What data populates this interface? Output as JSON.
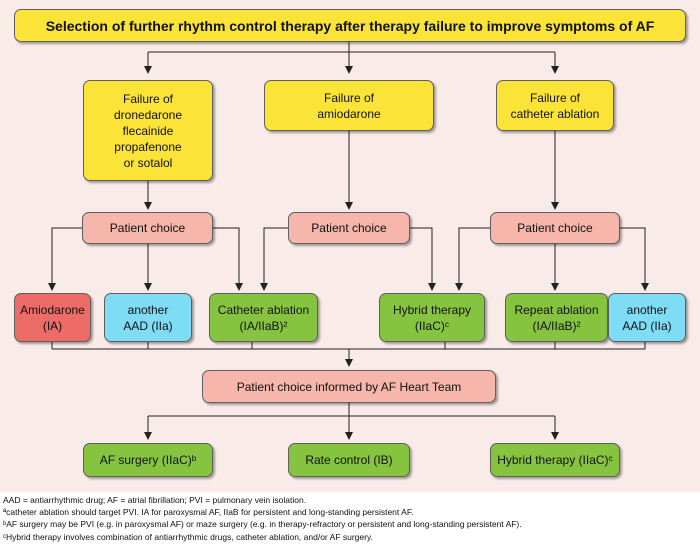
{
  "title": "Selection of further rhythm control therapy after therapy failure to improve symptoms of AF",
  "failures": {
    "left": "Failure of\ndronedarone\nflecainide\npropafenone\nor sotalol",
    "mid": "Failure of\namiodarone",
    "right": "Failure of\ncatheter ablation"
  },
  "patient_choice": "Patient choice",
  "options": {
    "amiodarone": "Amiodarone\n(IA)",
    "aad_left": "another\nAAD (IIa)",
    "catheter_ablation": "Catheter ablation\n(IA/IIaB)²",
    "hybrid": "Hybrid therapy\n(IIaC)ᶜ",
    "repeat_ablation": "Repeat ablation\n(IA/IIaB)²",
    "aad_right": "another\nAAD (IIa)"
  },
  "heart_team": "Patient choice informed by AF Heart Team",
  "outcomes": {
    "surgery": "AF surgery (IIaC)ᵇ",
    "rate_control": "Rate control (IB)",
    "hybrid": "Hybrid therapy (IIaC)ᶜ"
  },
  "footnotes": [
    "AAD = antiarrhythmic drug; AF = atrial fibrillation; PVI = pulmonary vein isolation.",
    "ªcatheter ablation should target PVI. IA for paroxysmal AF, IIaB for persistent and long-standing persistent AF.",
    "ᵇAF surgery may be PVI (e.g. in paroxysmal AF) or maze surgery (e.g. in therapy-refractory or persistent and long-standing persistent AF).",
    "ᶜHybrid therapy involves combination of antiarrhythmic drugs, catheter ablation, and/or AF surgery."
  ],
  "colors": {
    "background": "#f9ebe8",
    "title_and_failure_boxes": "#fbe437",
    "patient_choice_boxes": "#f6b6ab",
    "green_boxes": "#86c440",
    "blue_boxes": "#7fdcf5",
    "red_box": "#ee6c67"
  }
}
